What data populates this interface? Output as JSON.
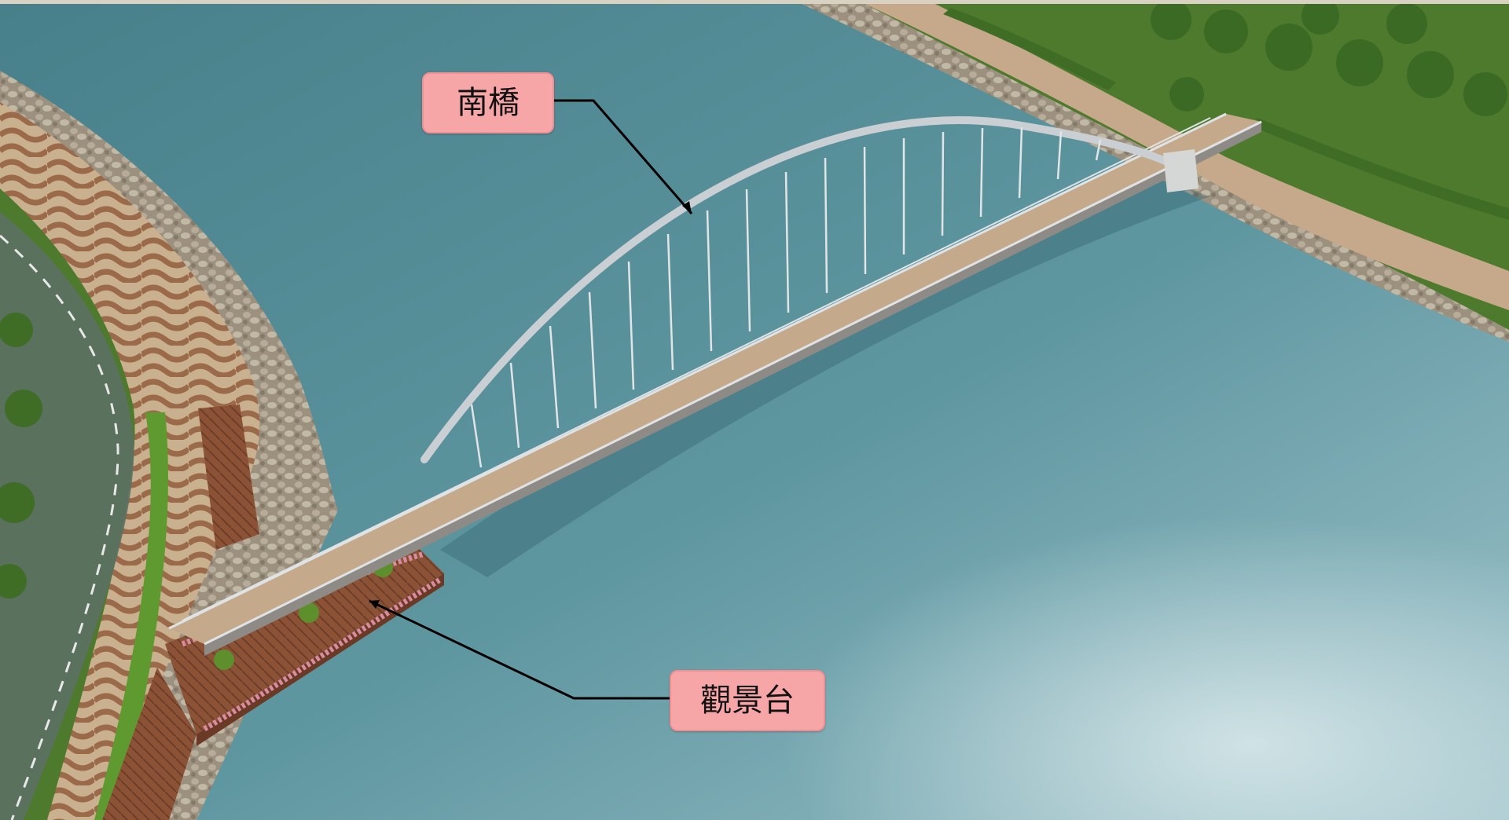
{
  "scene": {
    "description_kind": "rendered aerial view of an arch footbridge over a river",
    "colors": {
      "water_deep": "#4c8691",
      "water_light": "#8fb7bf",
      "paving": "#bfa889",
      "wood_deck": "#8a4f36",
      "cycle_track": "#5c7064",
      "grass": "#4d7a2c",
      "rock_revetment": "#a79a86",
      "arch_steel": "#c9cfd3",
      "callout_fill": "#f7a6a8"
    }
  },
  "callouts": {
    "bridge_label": "南橋",
    "platform_label": "觀景台"
  }
}
